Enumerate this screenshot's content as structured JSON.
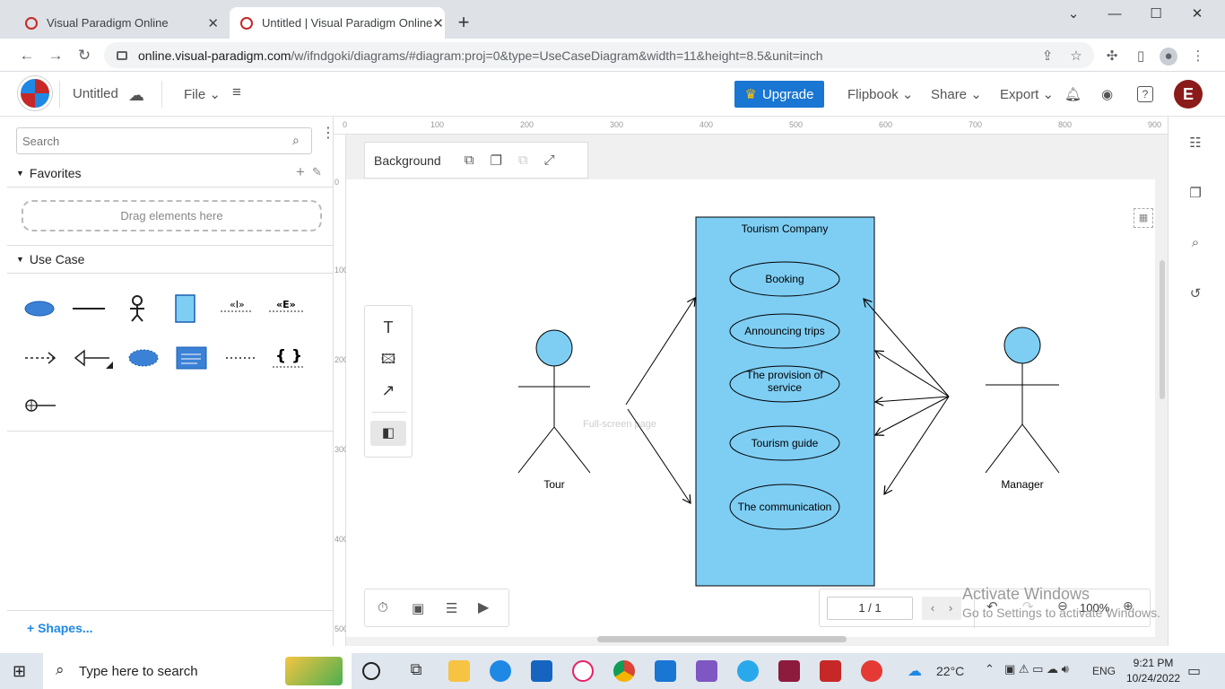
{
  "browser": {
    "tabs": [
      {
        "title": "Visual Paradigm Online"
      },
      {
        "title": "Untitled | Visual Paradigm Online"
      }
    ],
    "url_host": "online.visual-paradigm.com",
    "url_path": "/w/ifndgoki/diagrams/#diagram:proj=0&type=UseCaseDiagram&width=11&height=8.5&unit=inch"
  },
  "app": {
    "doc_title": "Untitled",
    "menu_file": "File",
    "upgrade": "Upgrade",
    "flipbook": "Flipbook",
    "share": "Share",
    "export": "Export",
    "avatar_letter": "E"
  },
  "panel": {
    "search_placeholder": "Search",
    "favorites": "Favorites",
    "drop_hint": "Drag elements here",
    "use_case": "Use Case",
    "shapes_link": "+ Shapes..."
  },
  "canvas": {
    "background_label": "Background",
    "ruler_h": [
      "0",
      "100",
      "200",
      "300",
      "400",
      "500",
      "600",
      "700",
      "800",
      "900"
    ],
    "ruler_v": [
      "0",
      "100",
      "200",
      "300",
      "400",
      "500"
    ],
    "page_indicator": "1 / 1",
    "zoom": "100%",
    "ghost_tip": "Full-screen page"
  },
  "diagram": {
    "system": "Tourism Company",
    "use_cases": [
      "Booking",
      "Announcing trips",
      "The provision of service",
      "Tourism guide",
      "The communication"
    ],
    "actor_left": "Tour",
    "actor_right": "Manager",
    "colors": {
      "fill": "#7ecef4",
      "stroke": "#000000"
    }
  },
  "watermark": {
    "line1": "Activate Windows",
    "line2": "Go to Settings to activate Windows."
  },
  "taskbar": {
    "search": "Type here to search",
    "weather": "22°C",
    "lang": "ENG",
    "time": "9:21 PM",
    "date": "10/24/2022"
  }
}
